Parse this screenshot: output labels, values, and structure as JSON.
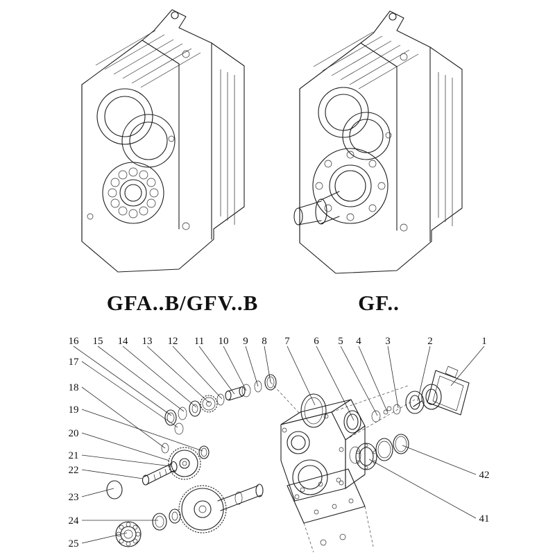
{
  "figure": {
    "colors": {
      "ink": "#1c1c1c",
      "background": "#ffffff"
    },
    "models": [
      {
        "label": "GFA..B/GFV..B"
      },
      {
        "label": "GF.."
      }
    ],
    "exploded": {
      "top_row": [
        "16",
        "15",
        "14",
        "13",
        "12",
        "11",
        "10",
        "9",
        "8",
        "7",
        "6",
        "5",
        "4",
        "3",
        "2",
        "1"
      ],
      "left_col": [
        "17",
        "18",
        "19",
        "20",
        "21",
        "22",
        "23",
        "24",
        "25"
      ],
      "right_col": [
        "42",
        "41"
      ]
    }
  }
}
